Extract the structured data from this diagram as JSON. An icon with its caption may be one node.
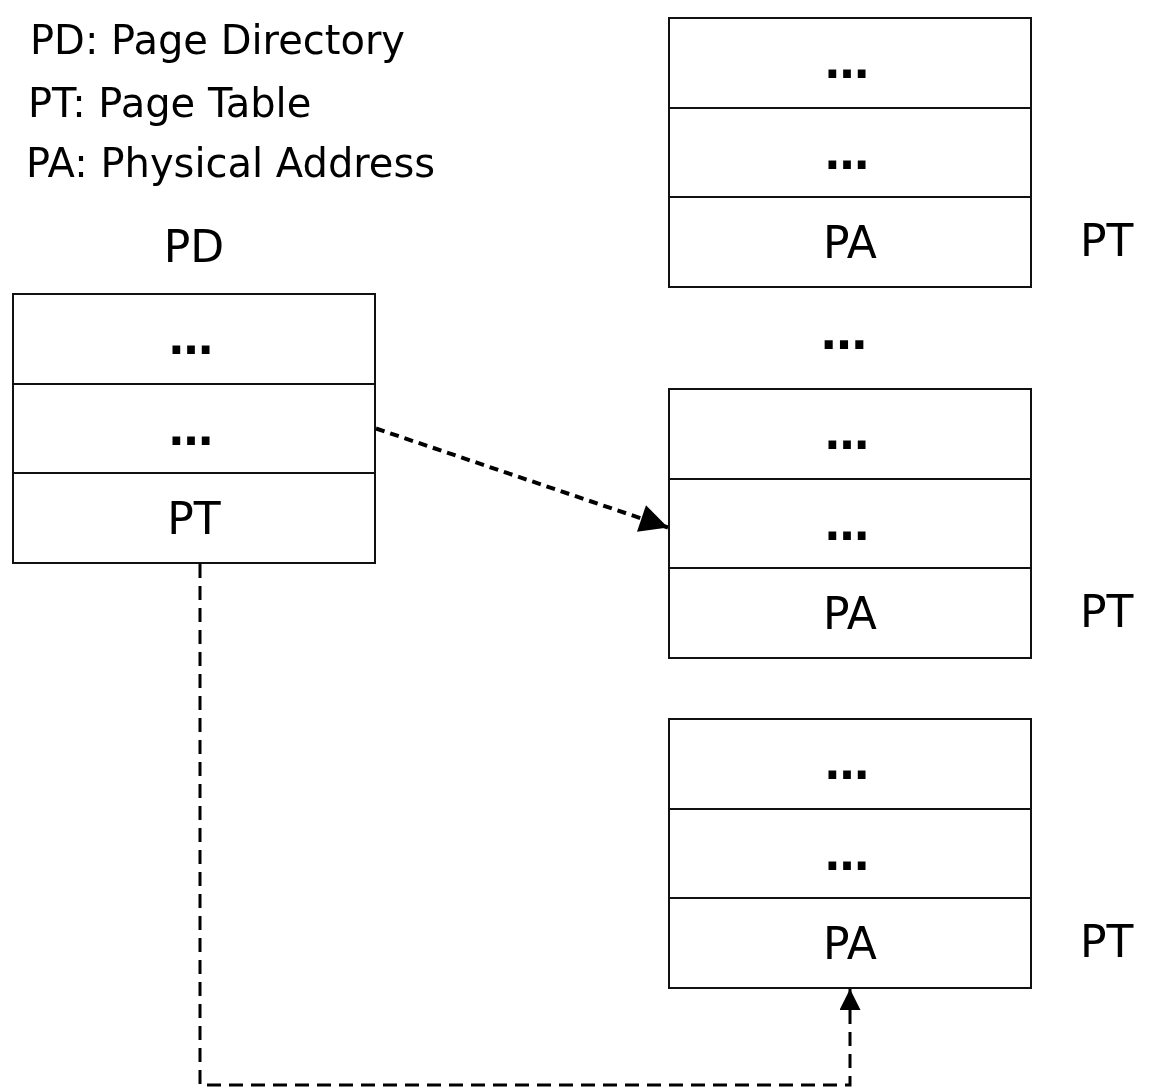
{
  "diagram": {
    "nodes": [
      {
        "text": [
          "PD"
        ]
      },
      {
        "text": [
          "…"
        ],
        "in": 0
      },
      {
        "text": [
          "…"
        ],
        "in": 0
      },
      {
        "text": [
          "PT"
        ],
        "in": 0
      },
      {
        "text": [],
        "shape": "box",
        "beside": [
          "PT"
        ]
      },
      {
        "text": [
          "…"
        ],
        "in": 4
      },
      {
        "text": [
          "…"
        ],
        "in": 4
      },
      {
        "text": [
          "PA"
        ],
        "in": 4
      },
      {
        "text": [],
        "shape": "box",
        "beside": [
          "PT"
        ]
      },
      {
        "text": [
          "…"
        ],
        "in": 8
      },
      {
        "text": [
          "…"
        ],
        "in": 8
      },
      {
        "text": [
          "PA"
        ],
        "in": 8
      },
      {
        "text": [],
        "shape": "box",
        "beside": [
          "PT"
        ]
      },
      {
        "text": [
          "…"
        ],
        "in": 12
      },
      {
        "text": [
          "…"
        ],
        "in": 12
      },
      {
        "text": [
          "PA"
        ],
        "in": 12
      }
    ],
    "edges": [
      {
        "from": 2,
        "to": 10,
        "arrow": "to",
        "style": "dashed"
      },
      {
        "from": 3,
        "to": 15,
        "arrow": "to",
        "style": "dashed"
      }
    ],
    "labels": [
      "PD: Page Directory",
      "PT: Page Table",
      "PA: Physical Address",
      "…"
    ]
  }
}
